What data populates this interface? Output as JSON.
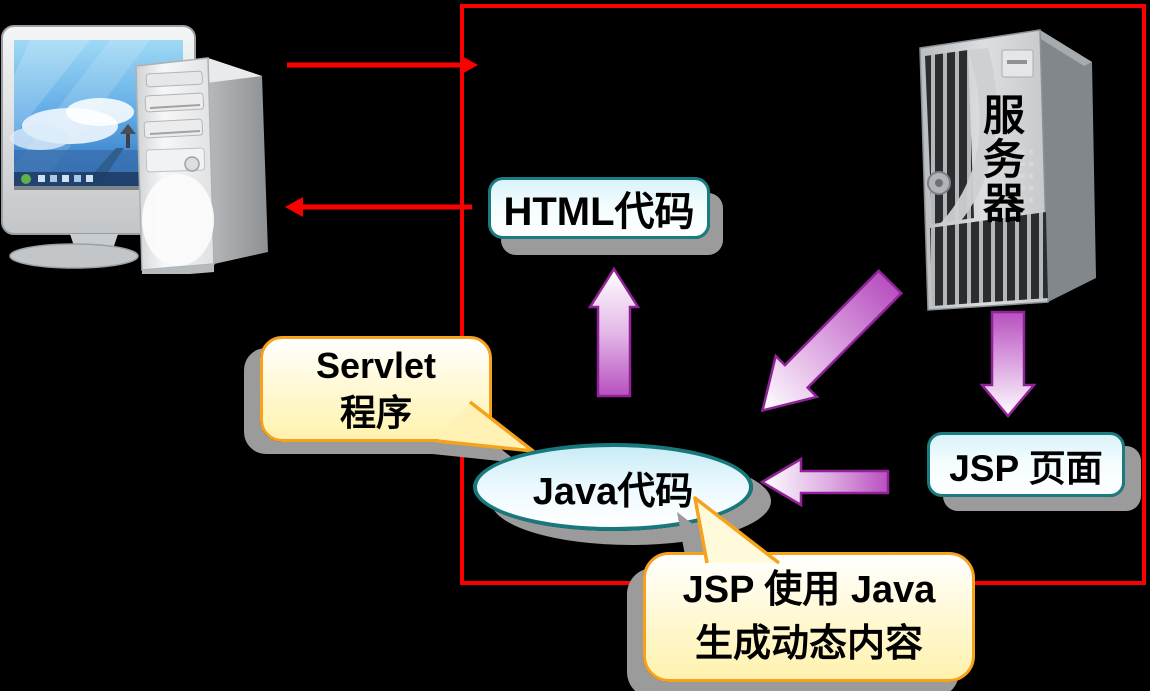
{
  "background_color": "#000000",
  "colors": {
    "boundary_red": "#fb0000",
    "purple_outline": "#8f2397",
    "purple_fill_dark": "#b957c2",
    "teal_border": "#1a7b80",
    "cyan_fill": "#d9f3f8",
    "orange_border": "#f6a21d",
    "yellow_fill": "#fff2ae",
    "shadow_gray": "#9b9b9b"
  },
  "client": {
    "illustration": "desktop-computer-with-monitor"
  },
  "server": {
    "illustration": "server-tower",
    "label": "服\n务\n器"
  },
  "nodes": {
    "html_box": {
      "label": "HTML代码"
    },
    "jsp_box": {
      "label": "JSP 页面"
    },
    "java_ellipse": {
      "label": "Java代码"
    },
    "servlet_callout": {
      "lines": [
        "Servlet",
        "程序"
      ]
    },
    "jsp_callout": {
      "lines": [
        "JSP 使用 Java",
        "生成动态内容"
      ]
    }
  },
  "arrows": {
    "request_red": {
      "direction": "right",
      "from": "client",
      "to": "server-boundary",
      "color": "#fb0000"
    },
    "response_red": {
      "direction": "left",
      "from": "server-boundary",
      "to": "client",
      "color": "#fb0000"
    },
    "java_to_html": {
      "direction": "up",
      "from": "java_ellipse",
      "to": "html_box",
      "color": "purple-gradient"
    },
    "server_to_java": {
      "direction": "down-left",
      "from": "server",
      "to": "java_ellipse",
      "color": "purple-gradient"
    },
    "server_to_jsp": {
      "direction": "down",
      "from": "server",
      "to": "jsp_box",
      "color": "purple-gradient"
    },
    "jsp_to_java": {
      "direction": "left",
      "from": "jsp_box",
      "to": "java_ellipse",
      "color": "purple-gradient"
    }
  }
}
